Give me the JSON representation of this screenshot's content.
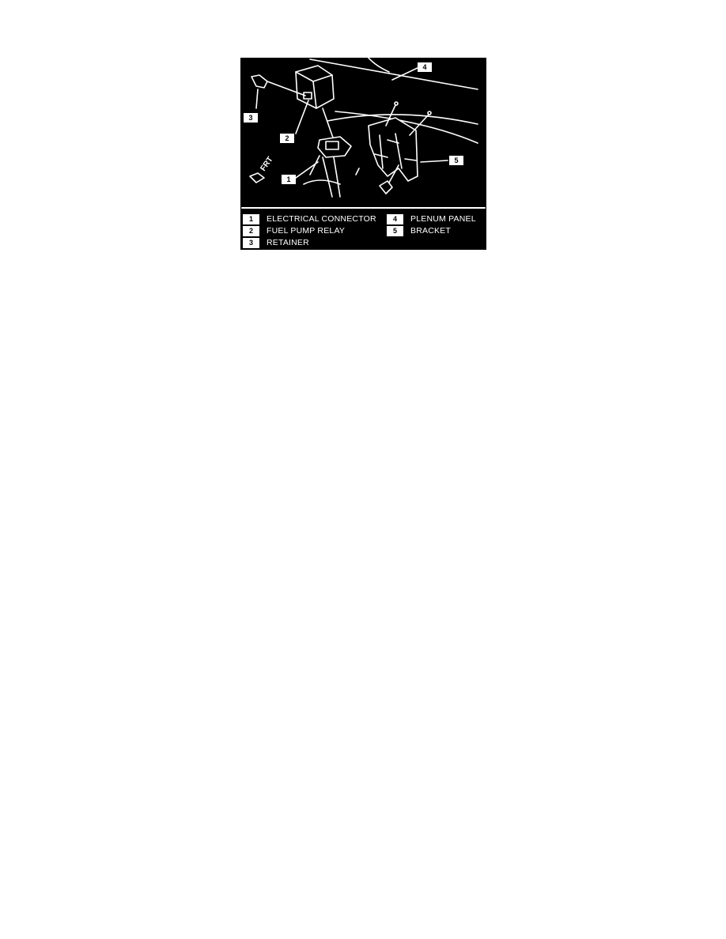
{
  "diagram": {
    "front_marker": "FRT",
    "callouts": [
      "1",
      "2",
      "3",
      "4",
      "5"
    ],
    "legend": [
      {
        "num": "1",
        "label": "ELECTRICAL CONNECTOR"
      },
      {
        "num": "2",
        "label": "FUEL PUMP RELAY"
      },
      {
        "num": "3",
        "label": "RETAINER"
      },
      {
        "num": "4",
        "label": "PLENUM PANEL"
      },
      {
        "num": "5",
        "label": "BRACKET"
      }
    ],
    "colors": {
      "background": "#000000",
      "lines": "#ffffff"
    }
  }
}
